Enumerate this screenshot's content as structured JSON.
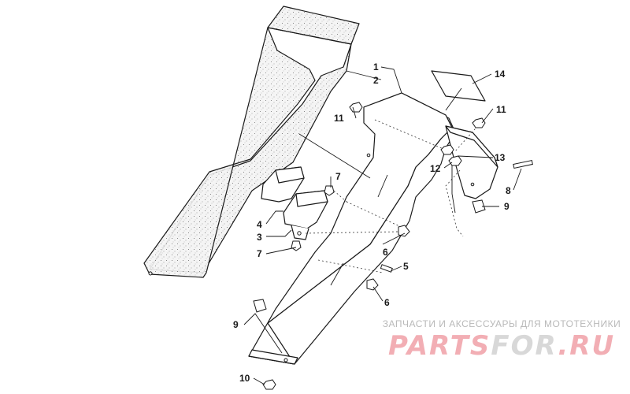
{
  "diagram": {
    "callouts": [
      {
        "id": "c1",
        "label": "1"
      },
      {
        "id": "c2",
        "label": "2"
      },
      {
        "id": "c3",
        "label": "3"
      },
      {
        "id": "c4",
        "label": "4"
      },
      {
        "id": "c5",
        "label": "5"
      },
      {
        "id": "c6a",
        "label": "6"
      },
      {
        "id": "c6b",
        "label": "6"
      },
      {
        "id": "c7a",
        "label": "7"
      },
      {
        "id": "c7b",
        "label": "7"
      },
      {
        "id": "c8",
        "label": "8"
      },
      {
        "id": "c9a",
        "label": "9"
      },
      {
        "id": "c9b",
        "label": "9"
      },
      {
        "id": "c10",
        "label": "10"
      },
      {
        "id": "c11a",
        "label": "11"
      },
      {
        "id": "c11b",
        "label": "11"
      },
      {
        "id": "c12",
        "label": "12"
      },
      {
        "id": "c13",
        "label": "13"
      },
      {
        "id": "c14",
        "label": "14"
      }
    ]
  },
  "watermark": {
    "caption": "ЗАПЧАСТИ И АКСЕССУАРЫ ДЛЯ МОТОТЕХНИКИ",
    "logo_part1": "PARTS",
    "logo_part2": "FOR",
    "logo_part3": ".RU",
    "color_primary": "#f2aeb4",
    "color_secondary": "#d8d8d8"
  }
}
